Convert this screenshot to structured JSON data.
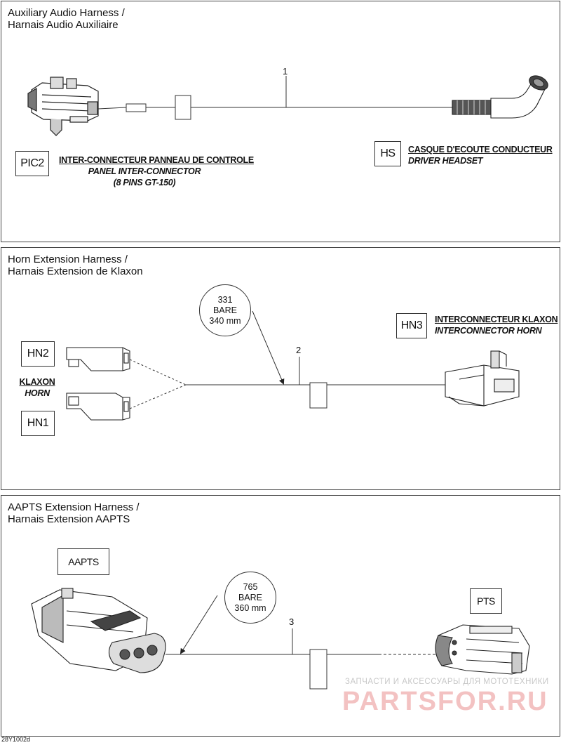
{
  "panels": [
    {
      "title_line1": "Auxiliary Audio Harness /",
      "title_line2": "Harnais Audio Auxiliaire",
      "item_number": "1",
      "left_connector": {
        "code": "PIC2",
        "label_fr": "INTER-CONNECTEUR PANNEAU DE CONTROLE",
        "label_en": "PANEL INTER-CONNECTOR",
        "label_note": "(8 PINS GT-150)"
      },
      "right_connector": {
        "code": "HS",
        "label_fr": "CASQUE D'ECOUTE CONDUCTEUR",
        "label_en": "DRIVER HEADSET"
      }
    },
    {
      "title_line1": "Horn Extension Harness /",
      "title_line2": "Harnais Extension de Klaxon",
      "item_number": "2",
      "wire_note": {
        "line1": "331",
        "line2": "BARE",
        "line3": "340 mm"
      },
      "left_codes": {
        "top": "HN2",
        "bottom": "HN1"
      },
      "left_label_fr": "KLAXON",
      "left_label_en": "HORN",
      "right_connector": {
        "code": "HN3",
        "label_fr": "INTERCONNECTEUR KLAXON",
        "label_en": "INTERCONNECTOR HORN"
      }
    },
    {
      "title_line1": "AAPTS Extension Harness /",
      "title_line2": "Harnais Extension AAPTS",
      "item_number": "3",
      "wire_note": {
        "line1": "765",
        "line2": "BARE",
        "line3": "360 mm"
      },
      "left_code": "AAPTS",
      "right_code": "PTS"
    }
  ],
  "footer_code": "28Y1002d",
  "watermark": {
    "line1": "ЗАПЧАСТИ И АКСЕССУАРЫ ДЛЯ МОТОТЕХНИКИ",
    "line2": "PARTSFOR.RU"
  },
  "icons": [
    "gt150-connector-icon",
    "headset-plug-icon",
    "horn-spade-terminal-icon",
    "horn-interconnector-icon",
    "aapts-connector-icon",
    "pts-connector-icon"
  ]
}
